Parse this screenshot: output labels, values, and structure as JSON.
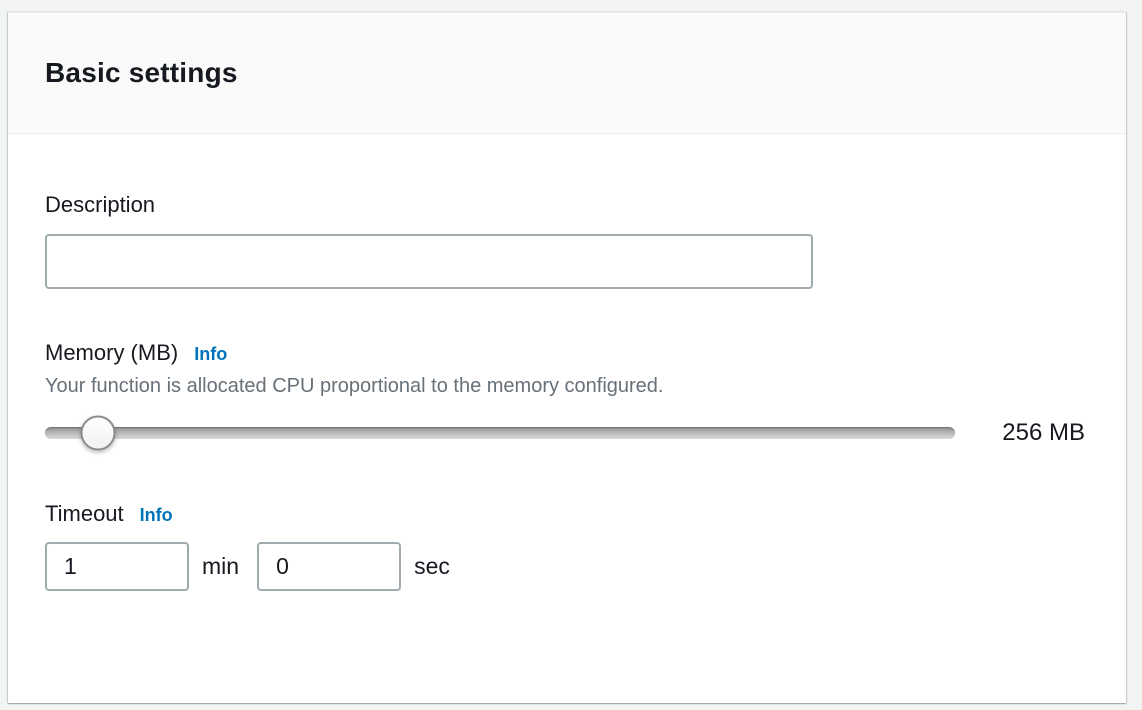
{
  "panel": {
    "title": "Basic settings"
  },
  "description": {
    "label": "Description",
    "value": "",
    "placeholder": ""
  },
  "memory": {
    "label": "Memory (MB)",
    "info_label": "Info",
    "help_text": "Your function is allocated CPU proportional to the memory configured.",
    "value_display": "256 MB",
    "slider_left": "5.8%"
  },
  "timeout": {
    "label": "Timeout",
    "info_label": "Info",
    "minutes": {
      "value": "1",
      "unit": "min"
    },
    "seconds": {
      "value": "0",
      "unit": "sec"
    }
  },
  "colors": {
    "link_blue": "#0073bb",
    "text_dark": "#16191f",
    "helper_gray": "#687078",
    "panel_header_bg": "#fafafa",
    "page_bg": "#f2f3f3",
    "input_border": "#9fabae"
  }
}
